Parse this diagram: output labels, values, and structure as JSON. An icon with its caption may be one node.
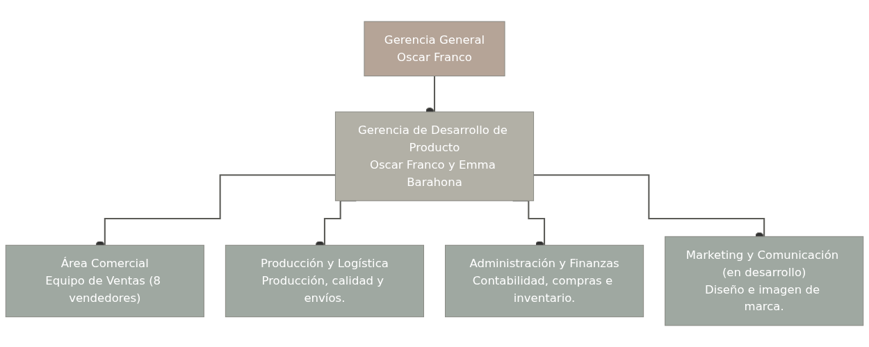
{
  "diagram": {
    "nodes": [
      {
        "text": [
          "Gerencia General",
          "Oscar Franco"
        ]
      },
      {
        "text": [
          "Gerencia de Desarrollo de Producto",
          "Oscar Franco y Emma Barahona"
        ]
      },
      {
        "text": [
          "Área Comercial",
          "Equipo de Ventas (8 vendedores)"
        ]
      },
      {
        "text": [
          "Producción y Logística",
          "Producción, calidad y envíos."
        ]
      },
      {
        "text": [
          "Administración y Finanzas",
          "Contabilidad, compras e inventario."
        ]
      },
      {
        "text": [
          "Marketing y Comunicación (en desarrollo)",
          "Diseño e imagen de marca."
        ]
      }
    ],
    "edges": [
      {
        "from": 0,
        "to": 1,
        "arrow": "other"
      },
      {
        "from": 1,
        "to": 2,
        "arrow": "other"
      },
      {
        "from": 1,
        "to": 3,
        "arrow": "other"
      },
      {
        "from": 1,
        "to": 4,
        "arrow": "other"
      },
      {
        "from": 1,
        "to": 5,
        "arrow": "other"
      }
    ]
  }
}
